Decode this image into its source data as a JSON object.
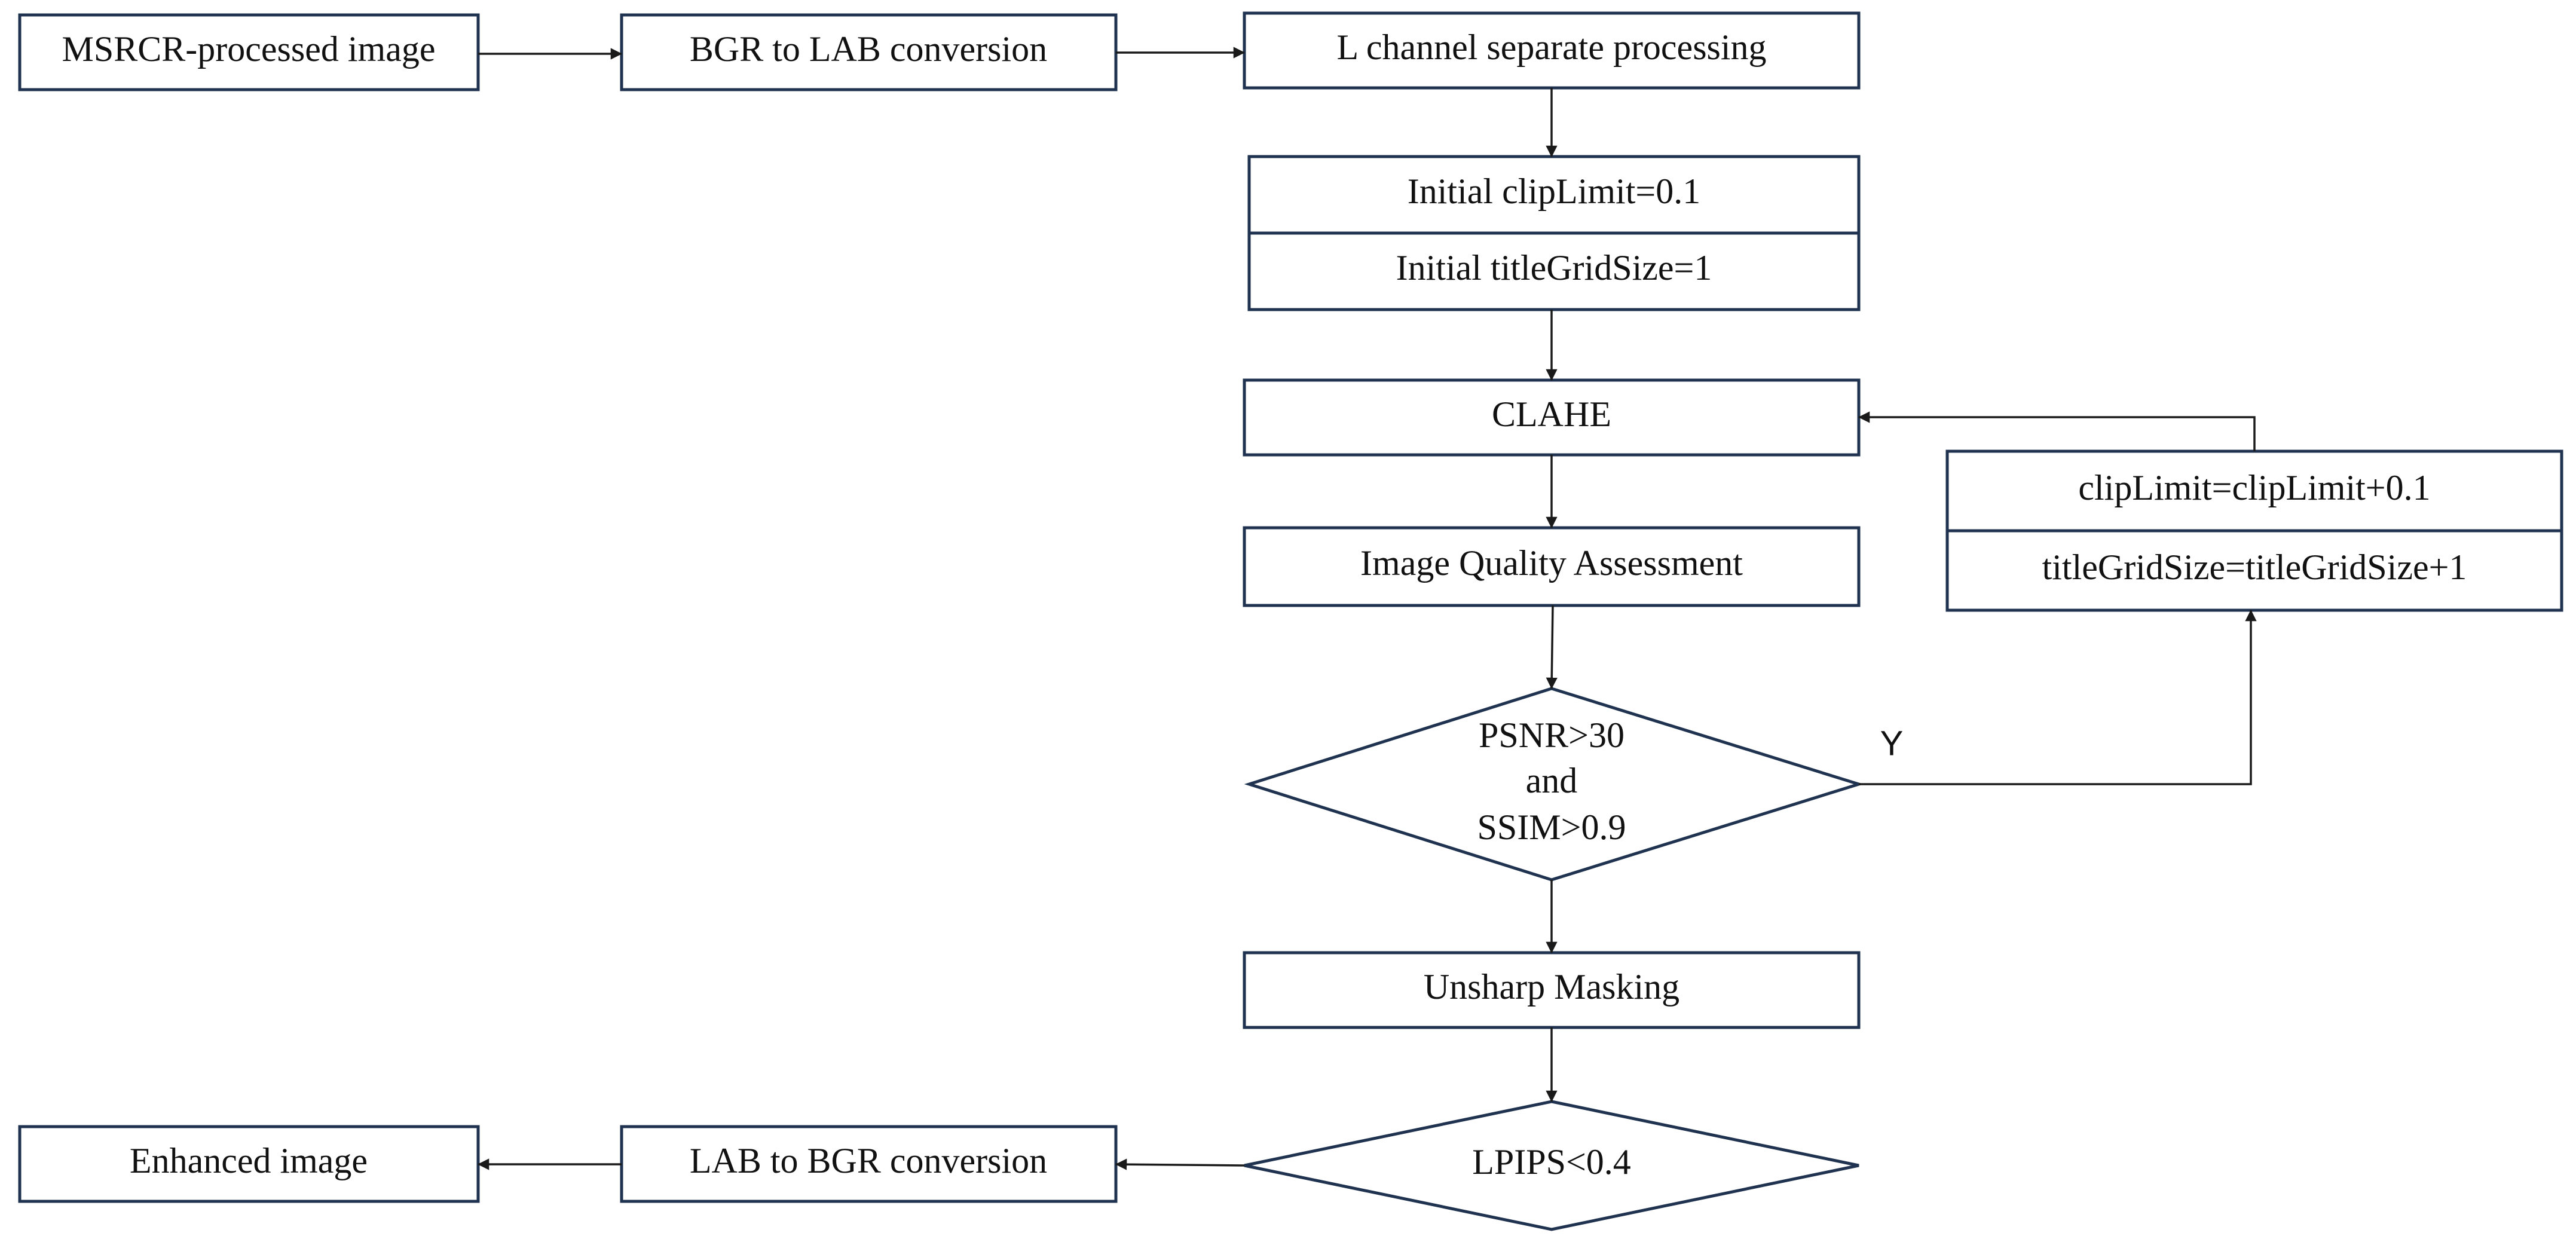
{
  "nodes": {
    "msrcr": "MSRCR-processed image",
    "bgr_lab": "BGR to LAB conversion",
    "l_channel": "L channel separate processing",
    "init_clip": "Initial clipLimit=0.1",
    "init_grid": "Initial titleGridSize=1",
    "clahe": "CLAHE",
    "iqa": "Image Quality Assessment",
    "decision1": [
      "PSNR>30",
      "and",
      "SSIM>0.9"
    ],
    "update_clip": "clipLimit=clipLimit+0.1",
    "update_grid": "titleGridSize=titleGridSize+1",
    "unsharp": "Unsharp Masking",
    "decision2": "LPIPS<0.4",
    "lab_bgr": "LAB to BGR conversion",
    "enhanced": "Enhanced image"
  },
  "edges": {
    "yes_label": "Y"
  },
  "colors": {
    "box_stroke": "#1f3350",
    "line": "#1a1a1a",
    "text": "#111111"
  }
}
